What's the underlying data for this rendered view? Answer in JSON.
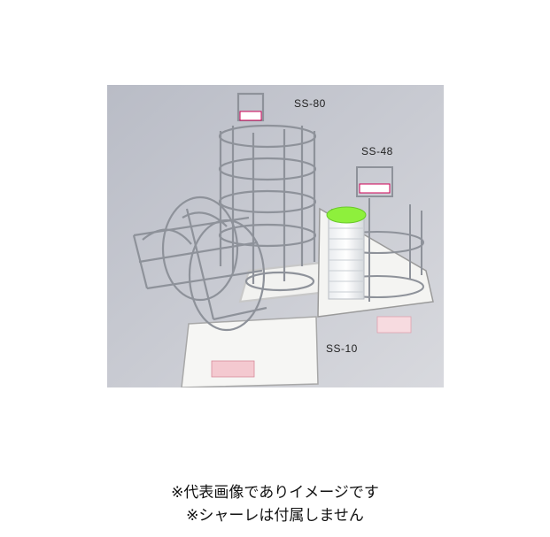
{
  "photo": {
    "models": [
      "SS-80",
      "SS-48",
      "SS-10"
    ]
  },
  "captions": [
    "※代表画像でありイメージです",
    "※シャーレは付属しません"
  ]
}
